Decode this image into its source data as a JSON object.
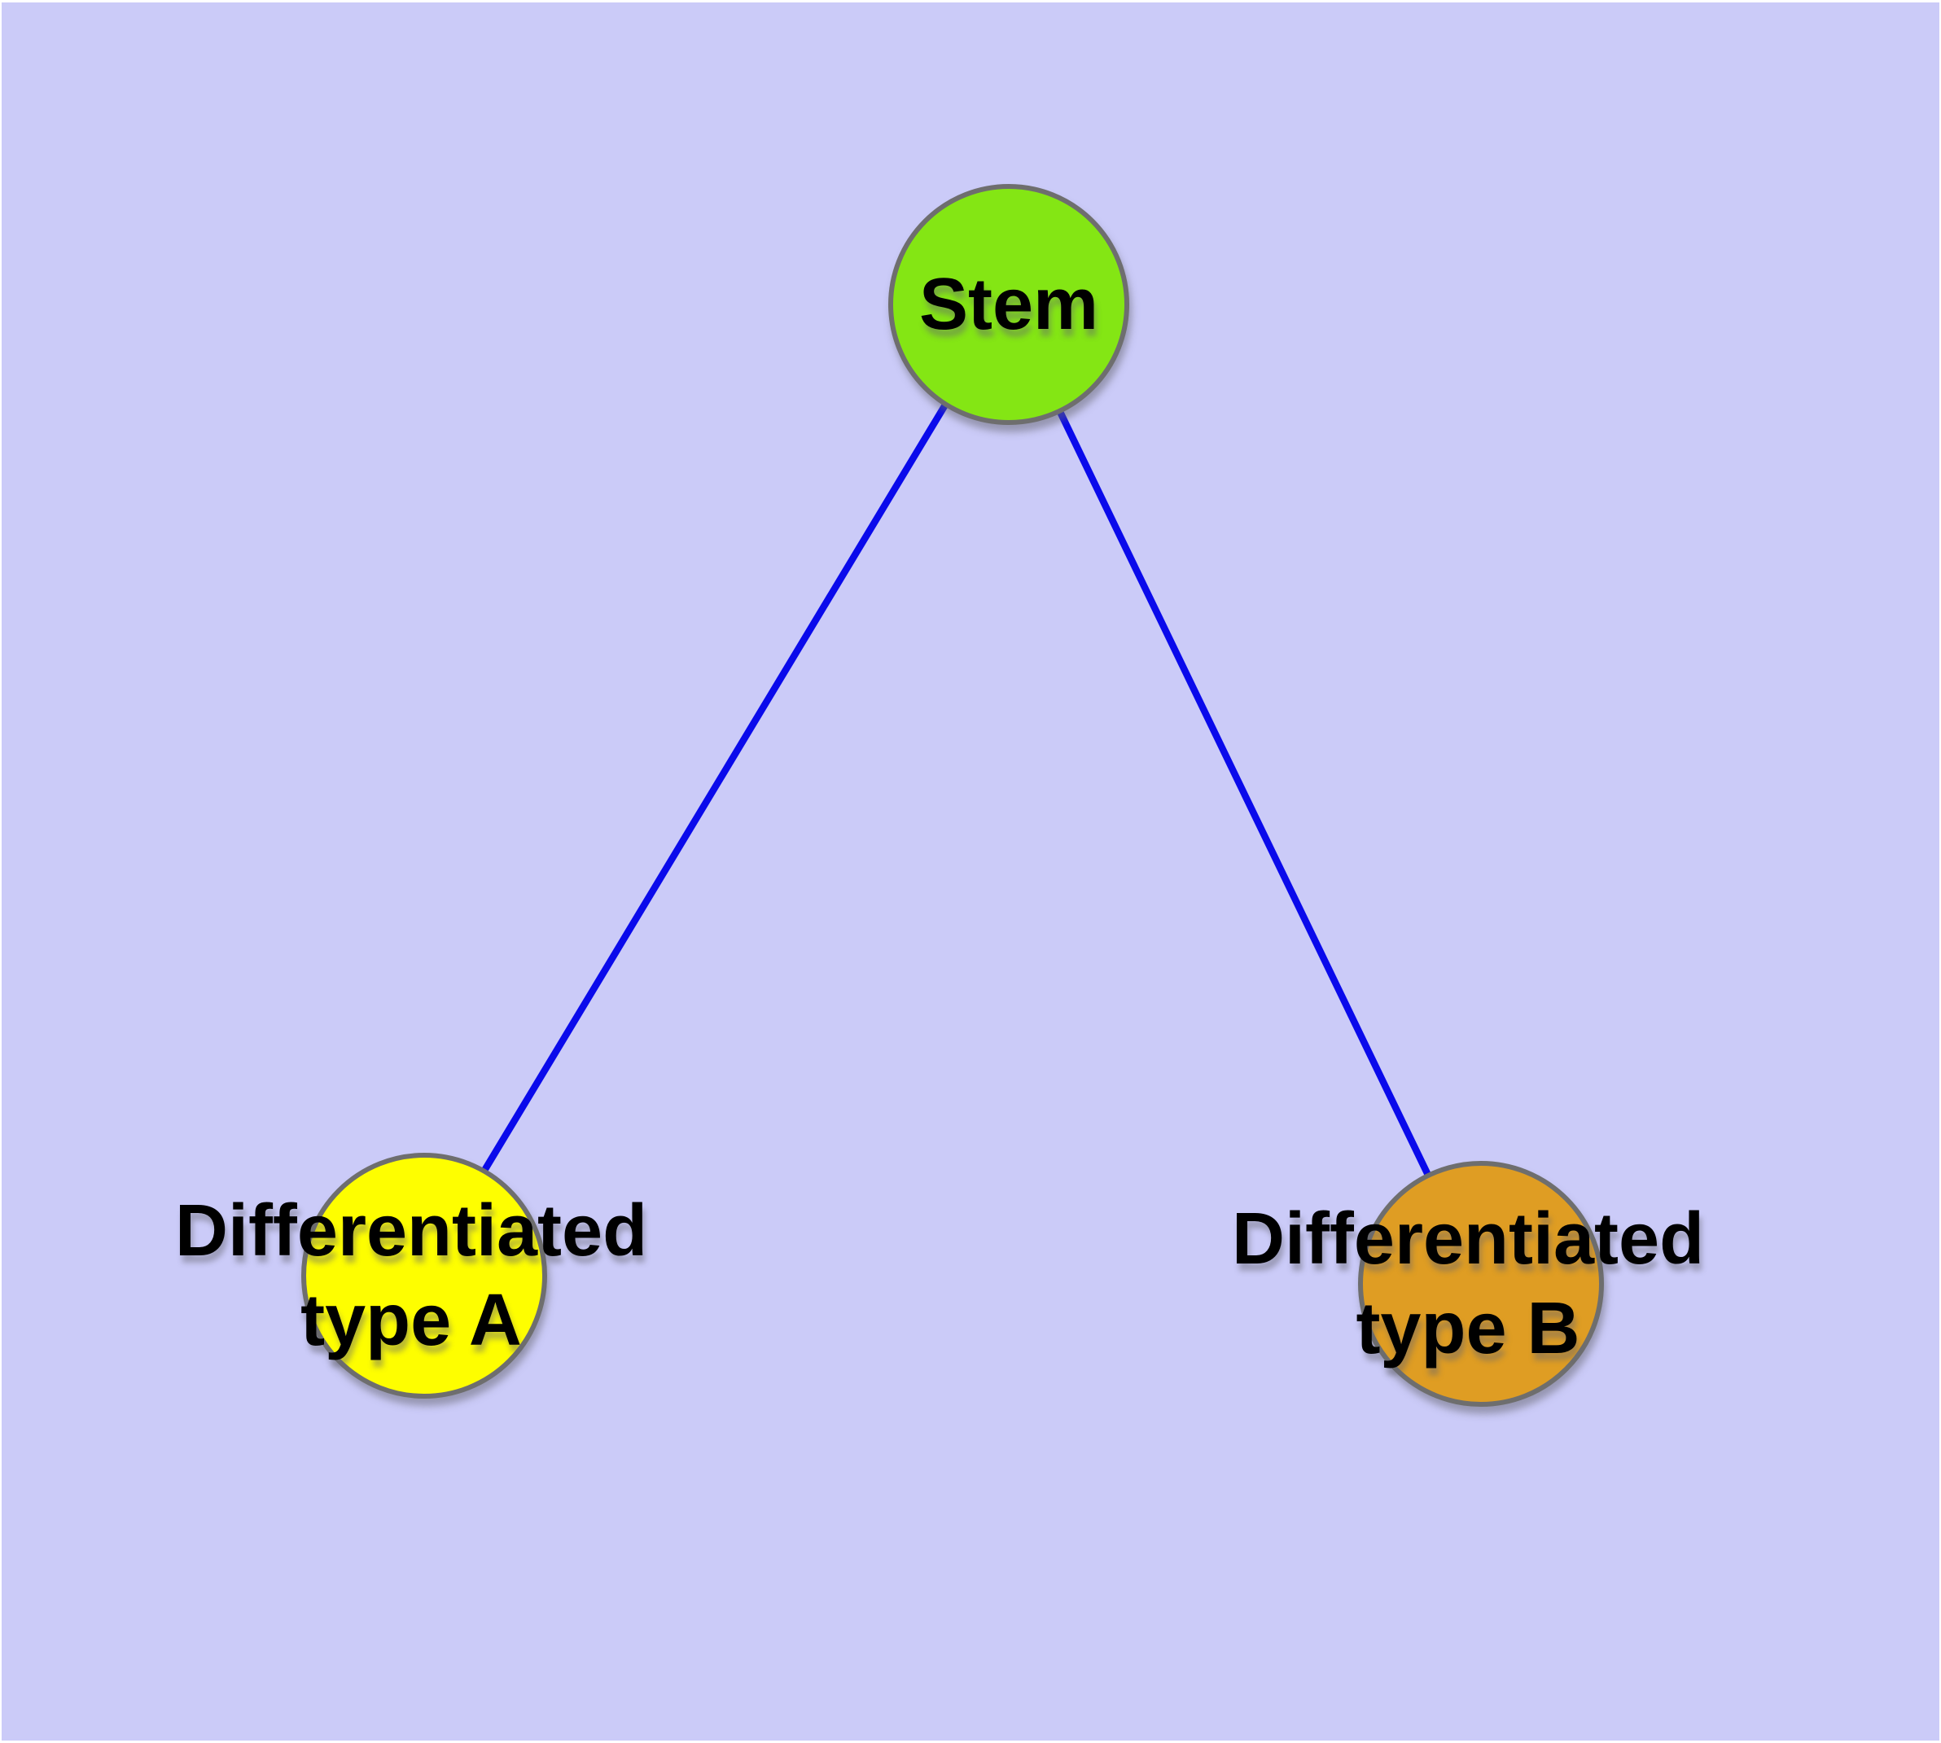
{
  "figure": {
    "type": "graph-diagram",
    "description": "Cell differentiation tree: one stem node connected to two differentiated cell type nodes",
    "background_color": "#CBCBF8",
    "page_margin_color": "#FFFFFF",
    "edge_color": "#0A0AEB",
    "node_border_color": "#6E6E6E",
    "label_text_color": "#000000"
  },
  "nodes": {
    "stem": {
      "label": "Stem",
      "fill": "#84E614"
    },
    "type_a": {
      "label_line1": "Differentiated",
      "label_line2": "type A",
      "fill": "#FEFE00"
    },
    "type_b": {
      "label_line1": "Differentiated",
      "label_line2": "type B",
      "fill": "#DF9D23"
    }
  },
  "edges": [
    {
      "from": "stem",
      "to": "type_a"
    },
    {
      "from": "stem",
      "to": "type_b"
    }
  ]
}
